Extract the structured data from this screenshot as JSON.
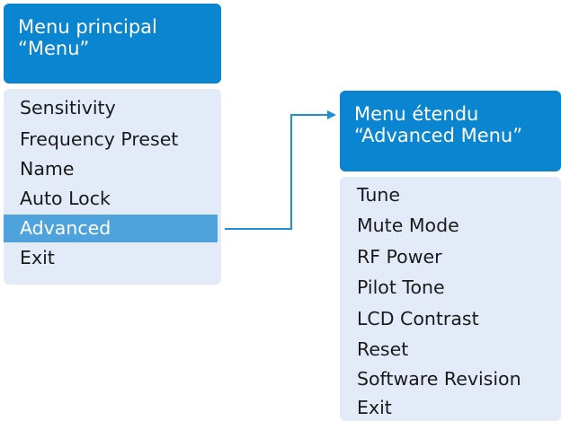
{
  "main_menu": {
    "title_line1": "Menu principal",
    "title_line2": "“Menu”",
    "items": [
      {
        "label": "Sensitivity",
        "highlighted": false
      },
      {
        "label": "Frequency Preset",
        "highlighted": false
      },
      {
        "label": "Name",
        "highlighted": false
      },
      {
        "label": "Auto Lock",
        "highlighted": false
      },
      {
        "label": "Advanced",
        "highlighted": true
      },
      {
        "label": "Exit",
        "highlighted": false
      }
    ]
  },
  "advanced_menu": {
    "title_line1": "Menu étendu",
    "title_line2": "“Advanced Menu”",
    "items": [
      {
        "label": "Tune"
      },
      {
        "label": "Mute Mode"
      },
      {
        "label": "RF Power"
      },
      {
        "label": "Pilot Tone"
      },
      {
        "label": "LCD Contrast"
      },
      {
        "label": "Reset"
      },
      {
        "label": "Software Revision"
      },
      {
        "label": "Exit"
      }
    ]
  },
  "colors": {
    "header_bg": "#0a85cf",
    "list_bg": "#e4ebf8",
    "highlight_bg": "#4fa3dd",
    "connector": "#1f8fd6",
    "text": "#1a1a1a"
  }
}
